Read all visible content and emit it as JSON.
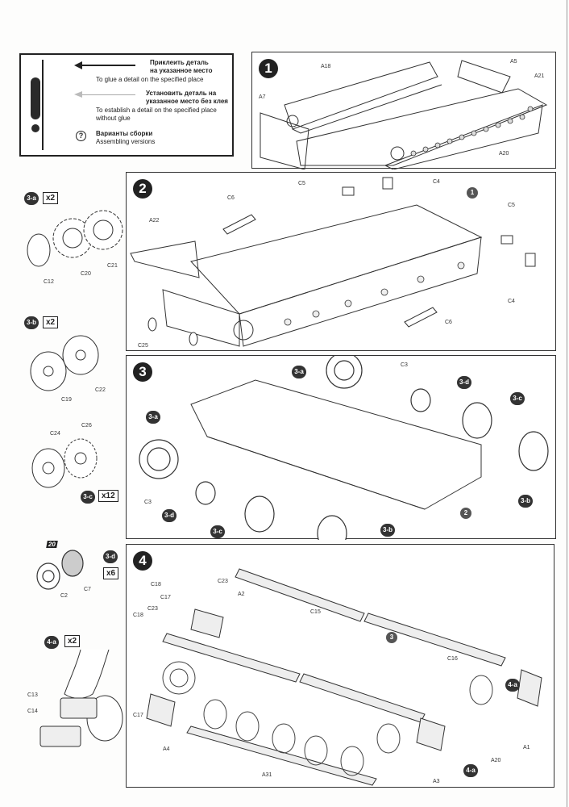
{
  "legend": {
    "glue_ru_1": "Приклеить деталь",
    "glue_ru_2": "на указанное место",
    "glue_en": "To glue a detail on the specified place",
    "noglue_ru_1": "Установить деталь на",
    "noglue_ru_2": "указанное место без клея",
    "noglue_en_1": "To establish a detail on the specified place",
    "noglue_en_2": "without glue",
    "variants_ru": "Варианты сборки",
    "variants_en": "Assembling versions",
    "variants_icon": "?"
  },
  "steps": [
    {
      "number": "1",
      "parts": [
        "A18",
        "A5",
        "A21",
        "A7",
        "A20"
      ]
    },
    {
      "number": "2",
      "parts": [
        "C5",
        "C4",
        "C6",
        "A22",
        "C5",
        "C4",
        "C6",
        "C25"
      ],
      "ref": "1"
    },
    {
      "number": "3",
      "parts": [
        "C3",
        "C3"
      ],
      "refs": [
        "3-a",
        "3-d",
        "3-c",
        "3-a",
        "3-b",
        "3-d",
        "3-c",
        "3-b",
        "2"
      ]
    },
    {
      "number": "4",
      "parts": [
        "C18",
        "C23",
        "C17",
        "A2",
        "C15",
        "C18",
        "C23",
        "C16",
        "C17",
        "A4",
        "A31",
        "A3",
        "A20",
        "A1"
      ],
      "refs": [
        "3",
        "4-a",
        "4-a"
      ]
    }
  ],
  "subassemblies": [
    {
      "id": "3-a",
      "qty": "x2",
      "parts": [
        "C12",
        "C20",
        "C21"
      ]
    },
    {
      "id": "3-b",
      "qty": "x2",
      "parts": [
        "C19",
        "C22"
      ]
    },
    {
      "id": "3-c",
      "qty": "x12",
      "parts": [
        "C24",
        "C26"
      ]
    },
    {
      "id": "3-d",
      "qty": "x6",
      "parts": [
        "C2",
        "C7"
      ],
      "badge": "20"
    },
    {
      "id": "4-a",
      "qty": "x2",
      "parts": [
        "C13",
        "C14"
      ]
    }
  ]
}
